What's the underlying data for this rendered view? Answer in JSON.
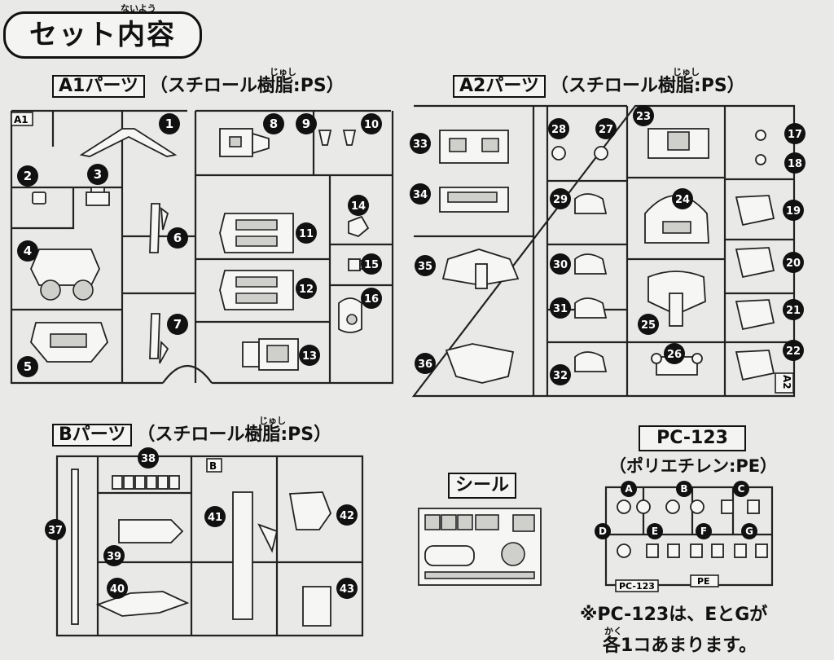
{
  "title": {
    "text": "セット内容",
    "ruby": "ないよう"
  },
  "sections": {
    "a1": {
      "label": "A1パーツ",
      "material": "（スチロール樹脂:PS）",
      "ruby": "じゅし",
      "tag": "A1",
      "parts": [
        "1",
        "2",
        "3",
        "4",
        "5",
        "6",
        "7",
        "8",
        "9",
        "10",
        "11",
        "12",
        "13",
        "14",
        "15",
        "16"
      ]
    },
    "a2": {
      "label": "A2パーツ",
      "material": "（スチロール樹脂:PS）",
      "ruby": "じゅし",
      "tag": "A2",
      "parts": [
        "17",
        "18",
        "19",
        "20",
        "21",
        "22",
        "23",
        "24",
        "25",
        "26",
        "27",
        "28",
        "29",
        "30",
        "31",
        "32",
        "33",
        "34",
        "35",
        "36"
      ]
    },
    "b": {
      "label": "Bパーツ",
      "material": "（スチロール樹脂:PS）",
      "ruby": "じゅし",
      "tag": "B",
      "parts": [
        "37",
        "38",
        "39",
        "40",
        "41",
        "42",
        "43"
      ]
    },
    "seal": {
      "label": "シール"
    },
    "pc": {
      "label": "PC-123",
      "material": "（ポリエチレン:PE）",
      "tag_pc": "PC-123",
      "tag_pe": "PE",
      "parts": [
        "A",
        "B",
        "C",
        "D",
        "E",
        "F",
        "G"
      ]
    }
  },
  "note": {
    "line1": "※PC-123は、EとGが",
    "line2": "各1コあまります。",
    "ruby": "かく"
  }
}
